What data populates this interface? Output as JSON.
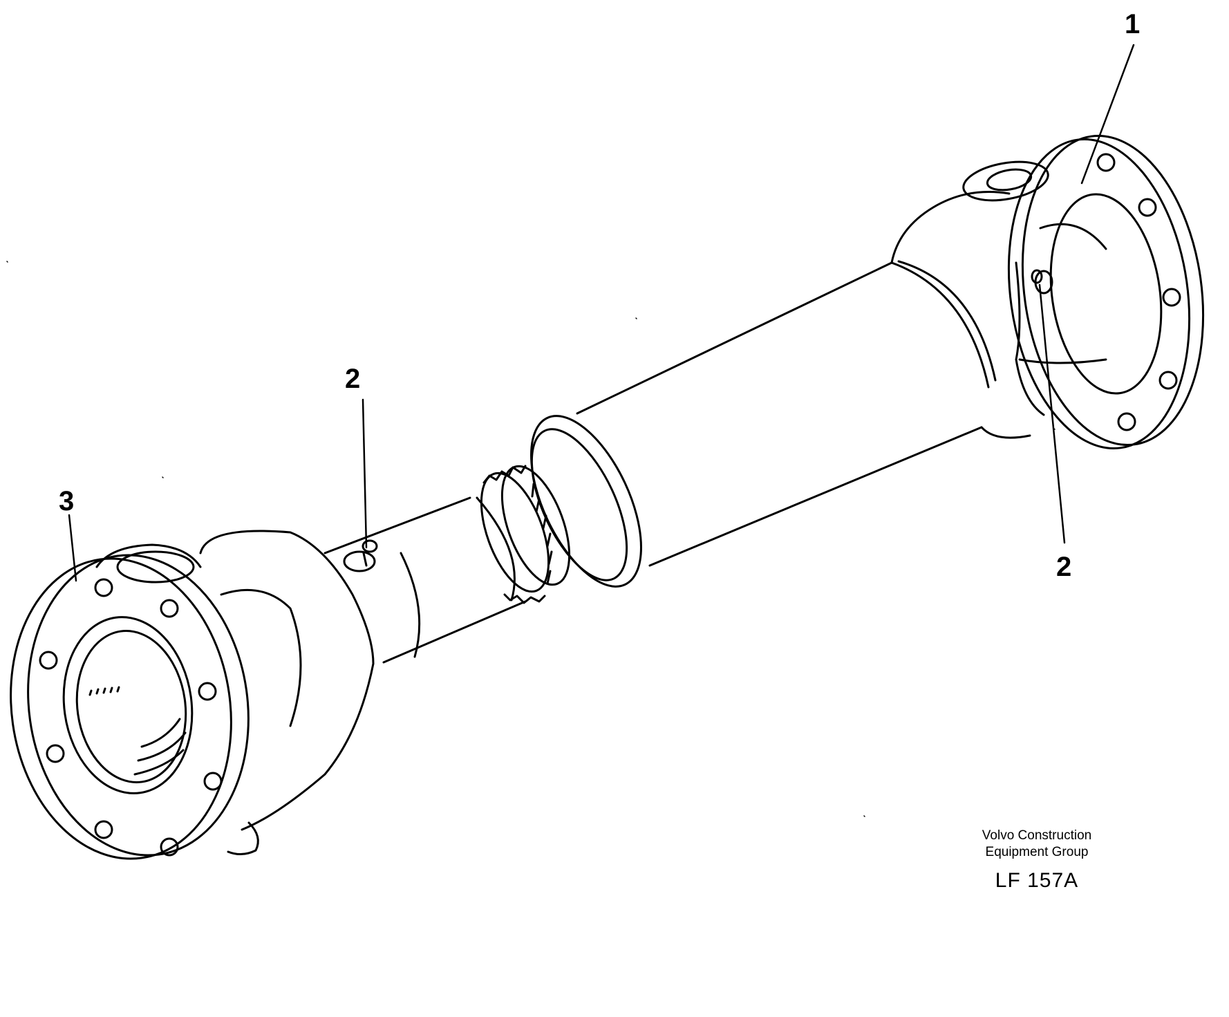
{
  "callouts": {
    "top_right": "1",
    "center": "2",
    "right_lower": "2",
    "left": "3"
  },
  "credit": {
    "line1": "Volvo Construction",
    "line2": "Equipment Group",
    "code": "LF 157A"
  },
  "colors": {
    "ink": "#000000",
    "paper": "#ffffff"
  }
}
